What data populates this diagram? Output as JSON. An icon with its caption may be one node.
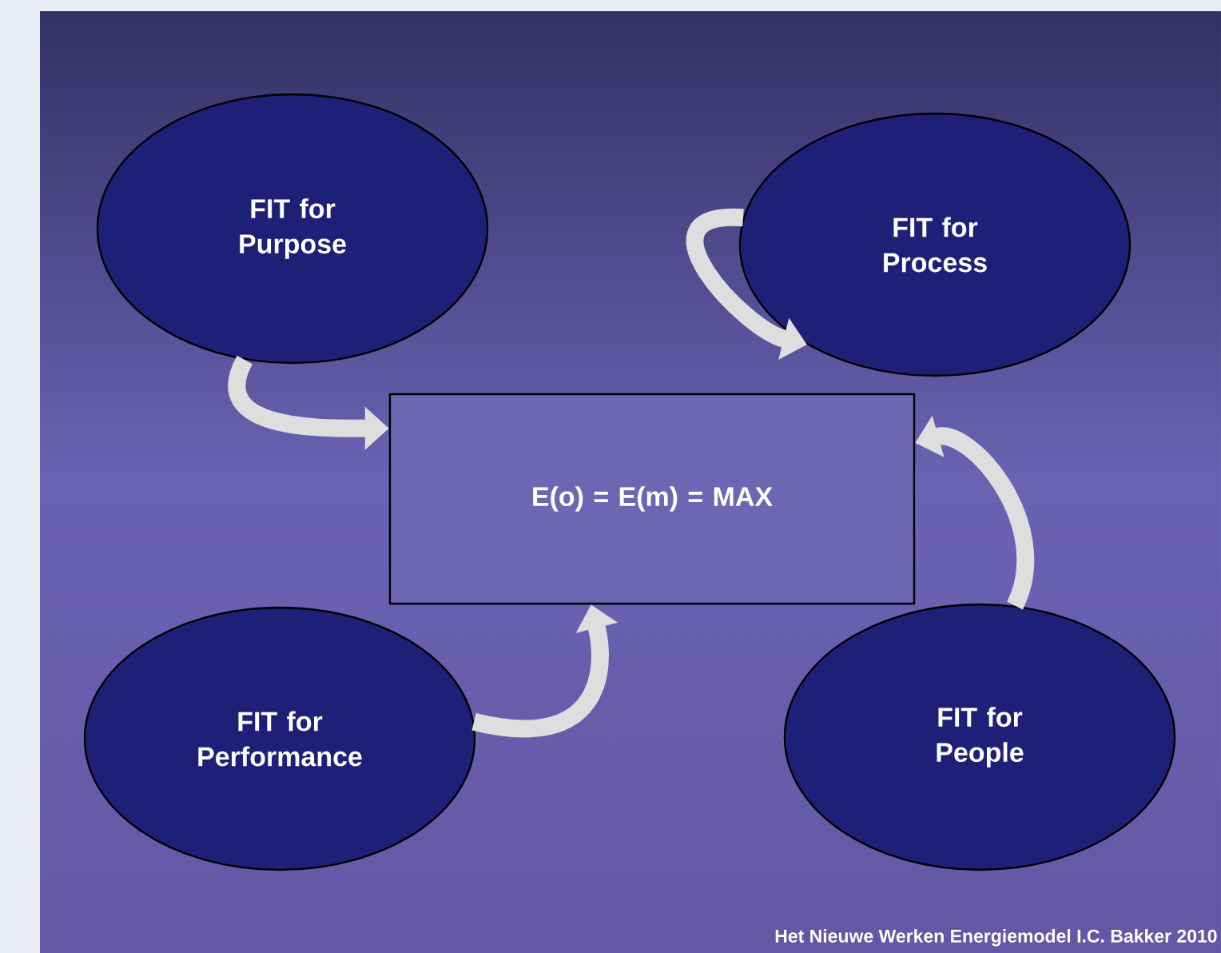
{
  "diagram": {
    "nodes": [
      {
        "text": [
          "FIT for Purpose"
        ]
      },
      {
        "text": [
          "FIT for Process"
        ]
      },
      {
        "text": [
          "E(o) = E(m) = MAX"
        ]
      },
      {
        "text": [
          "FIT for Performance"
        ]
      },
      {
        "text": [
          "FIT for People"
        ]
      }
    ],
    "edges": [
      {
        "from": 0,
        "to": 2,
        "arrow": "to"
      },
      {
        "from": 1,
        "to": 1,
        "arrow": "to"
      },
      {
        "from": 3,
        "to": 2,
        "arrow": "to"
      },
      {
        "from": 4,
        "to": 2,
        "arrow": "to"
      }
    ],
    "labels": [
      "Het Nieuwe Werken Energiemodel I.C. Bakker 2010"
    ]
  }
}
